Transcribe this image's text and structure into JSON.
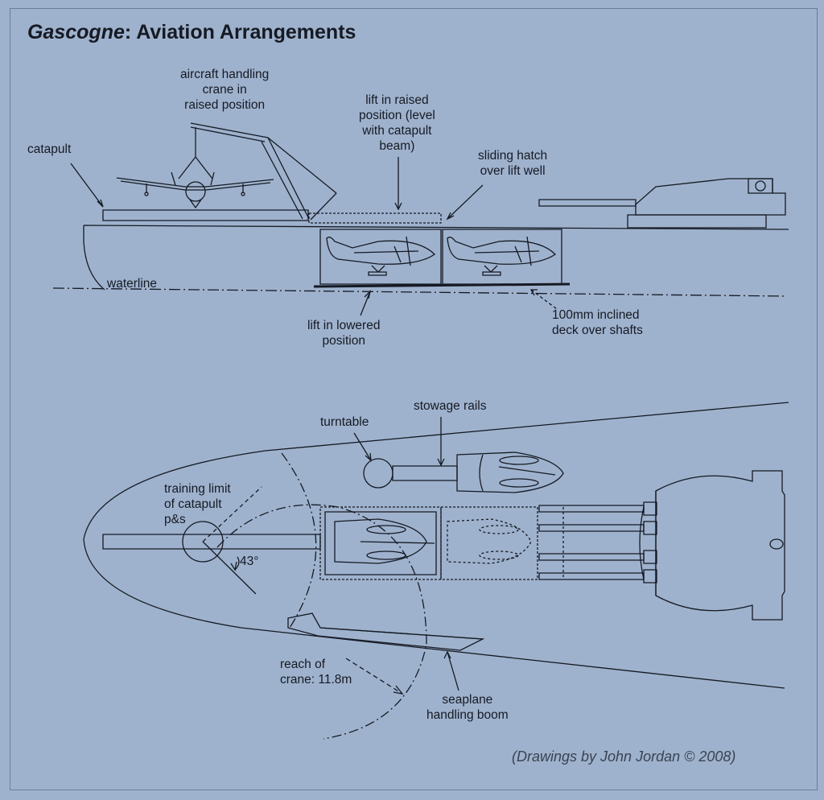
{
  "title": {
    "ship": "Gascogne",
    "rest": ": Aviation Arrangements"
  },
  "side_view_labels": {
    "crane": "aircraft handling\ncrane in\nraised position",
    "catapult": "catapult",
    "lift_raised": "lift in raised\nposition (level\nwith catapult\nbeam)",
    "sliding_hatch": "sliding hatch\nover lift well",
    "waterline": "waterline",
    "lift_lowered": "lift in lowered\nposition",
    "inclined_deck": "100mm inclined\ndeck over shafts"
  },
  "plan_view_labels": {
    "turntable": "turntable",
    "stowage_rails": "stowage rails",
    "training_limit": "training limit\nof catapult\np&s",
    "angle": "43°",
    "crane_reach": "reach of\ncrane: 11.8m",
    "handling_boom": "seaplane\nhandling boom"
  },
  "credit": "(Drawings by John Jordan © 2008)",
  "colors": {
    "background": "#9fb2cd",
    "ink": "#151a24",
    "frame": "#6f7d92"
  }
}
